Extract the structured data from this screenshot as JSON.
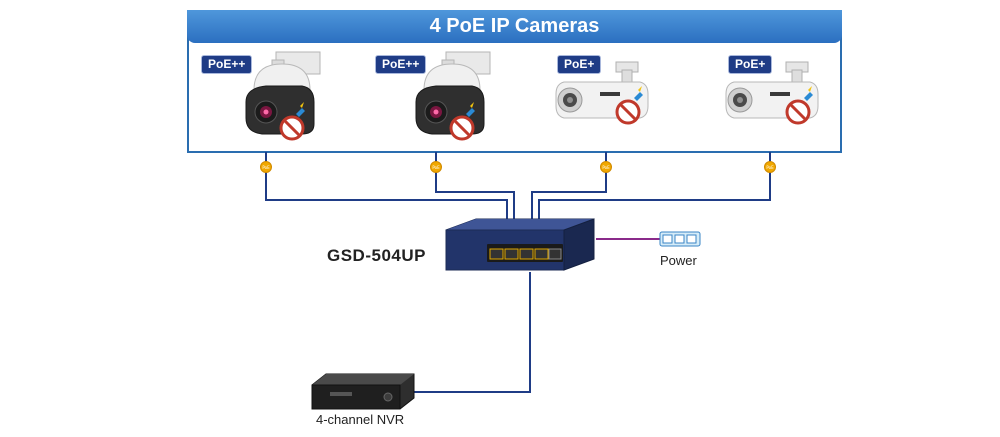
{
  "diagram": {
    "title": "4 PoE IP Cameras",
    "cameras": [
      {
        "type": "ptz",
        "poe_label": "PoE++"
      },
      {
        "type": "ptz",
        "poe_label": "PoE++"
      },
      {
        "type": "bullet",
        "poe_label": "PoE+"
      },
      {
        "type": "bullet",
        "poe_label": "PoE+"
      }
    ],
    "switch_label": "GSD-504UP",
    "power_label": "Power",
    "nvr_label": "4-channel NVR",
    "colors": {
      "banner": "#2b6fc0",
      "panel_border": "#2a6db0",
      "link_line": "#1f3c86",
      "power_line": "#8a2a8a",
      "badge": "#1f3c86",
      "poe_dot": "#f1a800"
    }
  }
}
